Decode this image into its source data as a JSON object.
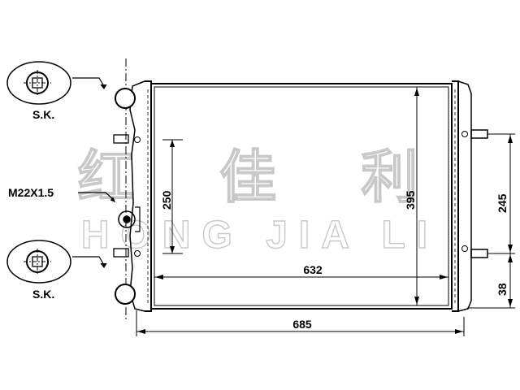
{
  "watermark": {
    "chinese": "红 佳 利",
    "english": "HONG JIA LI"
  },
  "labels": {
    "sk_top": "S.K.",
    "sk_bottom": "S.K.",
    "thread": "M22X1.5"
  },
  "dimensions": {
    "core_width": "632",
    "overall_width": "685",
    "core_height": "395",
    "fitting_spacing": "250",
    "outlet_spacing": "245",
    "outlet_offset": "38"
  }
}
